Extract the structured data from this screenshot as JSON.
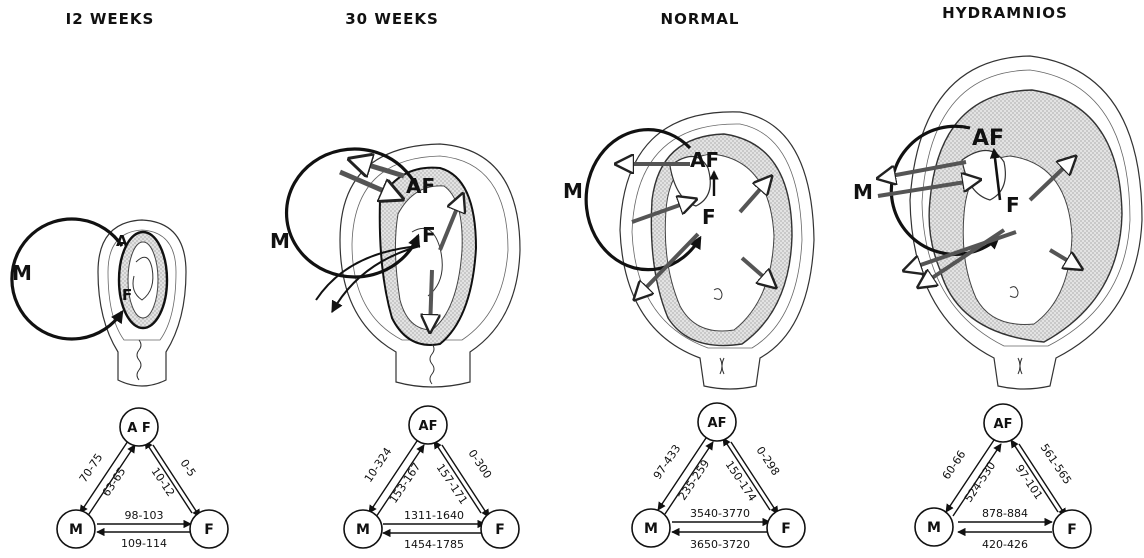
{
  "panels": [
    {
      "title": "I2 WEEKS",
      "nodes": {
        "af": "A F",
        "m": "M",
        "f": "F"
      },
      "sketch_labels": {
        "m": "M",
        "af": "A",
        "f": "F"
      },
      "m_to_af": "70-75",
      "af_to_m": "63-65",
      "af_to_f": "0-5",
      "f_to_af": "10-12",
      "m_to_f": "98-103",
      "f_to_m": "109-114"
    },
    {
      "title": "30 WEEKS",
      "nodes": {
        "af": "AF",
        "m": "M",
        "f": "F"
      },
      "sketch_labels": {
        "m": "M",
        "af": "AF",
        "f": "F"
      },
      "m_to_af": "10-324",
      "af_to_m": "153-167",
      "af_to_f": "0-300",
      "f_to_af": "157-171",
      "m_to_f": "1311-1640",
      "f_to_m": "1454-1785"
    },
    {
      "title": "NORMAL",
      "nodes": {
        "af": "AF",
        "m": "M",
        "f": "F"
      },
      "sketch_labels": {
        "m": "M",
        "af": "AF",
        "f": "F"
      },
      "m_to_af": "97-433",
      "af_to_m": "235-259",
      "af_to_f": "0-298",
      "f_to_af": "150-174",
      "m_to_f": "3540-3770",
      "f_to_m": "3650-3720"
    },
    {
      "title": "HYDRAMNIOS",
      "nodes": {
        "af": "AF",
        "m": "M",
        "f": "F"
      },
      "sketch_labels": {
        "m": "M",
        "af": "AF",
        "f": "F"
      },
      "m_to_af": "60-66",
      "af_to_m": "524-530",
      "af_to_f": "561-565",
      "f_to_af": "97-101",
      "m_to_f": "878-884",
      "f_to_m": "420-426"
    }
  ]
}
